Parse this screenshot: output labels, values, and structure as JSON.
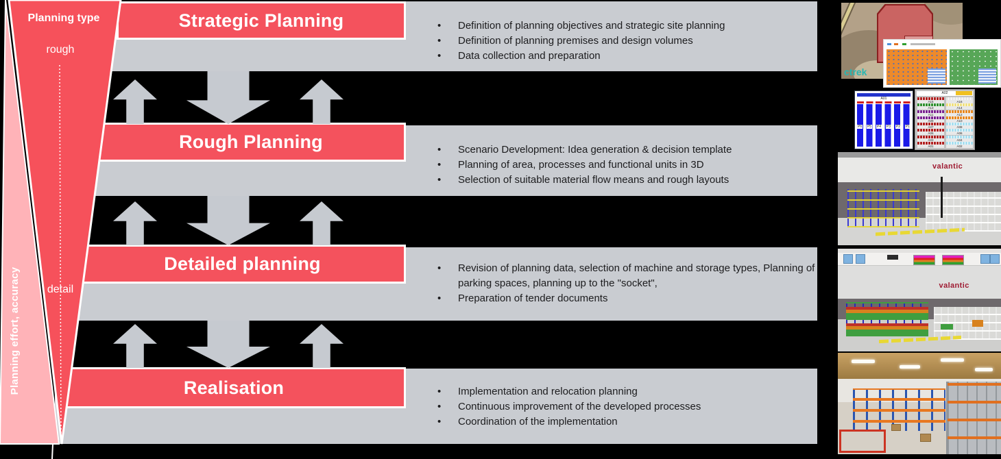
{
  "funnel": {
    "title": "Planning type",
    "top_label": "rough",
    "bottom_label": "detail",
    "side_label": "Planning effort, accuracy"
  },
  "phases": [
    {
      "title": "Strategic Planning",
      "bullets": [
        "Definition of planning objectives and strategic site planning",
        "Definition of planning premises and design volumes",
        "Data collection and preparation"
      ]
    },
    {
      "title": "Rough Planning",
      "bullets": [
        "Scenario Development: Idea generation & decision template",
        "Planning of area, processes and functional units in 3D",
        "Selection of suitable material flow means and rough layouts"
      ]
    },
    {
      "title": "Detailed planning",
      "bullets": [
        "Revision of planning data, selection of machine and storage types, Planning of parking spaces, planning up to the \"socket\",",
        "Preparation of tender documents"
      ]
    },
    {
      "title": "Realisation",
      "bullets": [
        "Implementation and relocation planning",
        "Continuous improvement of the developed processes",
        "Coordination of the implementation"
      ]
    }
  ],
  "bullet_char": "•",
  "images": {
    "aerial": {
      "watermark": "ctrek"
    },
    "brand": "valantic",
    "aisle": {
      "header": "A01",
      "labels": [
        "P6",
        "P5",
        "P4",
        "P3",
        "P2",
        "P1"
      ]
    },
    "rack": {
      "header": "A02",
      "left_labels": [
        "A15",
        "A13",
        "A11",
        "A09",
        "A07",
        "A05",
        "A03",
        "A01"
      ],
      "right_labels": [
        "A16",
        "A14",
        "A12",
        "A10",
        "A08",
        "A06",
        "A04",
        "A02"
      ],
      "left_colors": [
        "#2f8f2f",
        "#7a2090",
        "#7a2090",
        "#b02020",
        "#b02020",
        "#b02020",
        "#b02020",
        "#b02020"
      ],
      "right_colors": [
        "#e8e8e8",
        "#f0e080",
        "#e8881e",
        "#e8881e",
        "#a8dff0",
        "#a8dff0",
        "#a8dff0",
        "#a8dff0"
      ]
    }
  },
  "colors": {
    "banner_red": "#f4525d",
    "funnel_red": "#f6515b",
    "funnel_pink": "#ffb3b8",
    "band_gray": "#c9ccd1",
    "arrow_gray": "#c6cad0",
    "brand_red": "#9e1b32",
    "watermark_teal": "#27b7b2",
    "background": "#000000"
  }
}
